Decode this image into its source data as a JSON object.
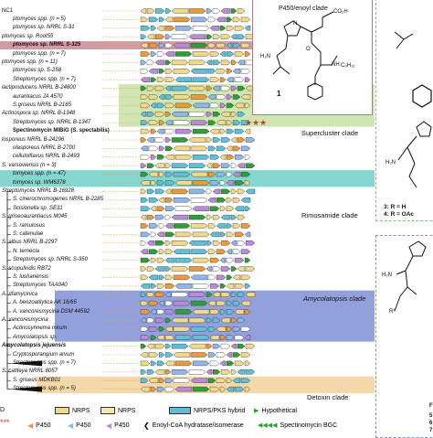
{
  "colors": {
    "band_red": "#c98a90",
    "band_green": "#c7e2a6",
    "band_teal": "#6fcfc6",
    "band_blue": "#7f8fd6",
    "band_orange": "#f2d19a",
    "nrps": "#f2d98a",
    "nrps_pks": "#5dc0d8",
    "p450_orange": "#e89a3c",
    "p450_blue": "#8fb6e8",
    "p450_purple": "#b98ad6",
    "hypothetical": "#ffffff",
    "spectino": "#2f9e3a",
    "panel_border_red": "#b07a7e",
    "panel_border_green": "#7cc47c",
    "panel_border_blue": "#7a95c8"
  },
  "labels": [
    {
      "text": "NC1",
      "style": ""
    },
    {
      "text": "ptomyces spp. (n = 5)",
      "style": "it"
    },
    {
      "text": "ptomyces sp. NRRL S-31",
      "style": "it"
    },
    {
      "text": "ptomyces sp. Root55",
      "style": "it"
    },
    {
      "text": "ptomyces sp. NRRL S-325",
      "style": "it bd"
    },
    {
      "text": "ptomyces spp. (n = 7)",
      "style": "it"
    },
    {
      "text": "ptomyces spp. (n = 11)",
      "style": "it"
    },
    {
      "text": "ptomyces sp. S-258",
      "style": "it"
    },
    {
      "text": "Streptomyces spp. (n = 7)",
      "style": "it"
    },
    {
      "text": "lactiproducens NRRL B-24800",
      "style": "it"
    },
    {
      "text": "aurantiacus JA 4570",
      "style": "it"
    },
    {
      "text": "S.griseus NRRL B-2165",
      "style": "it"
    },
    {
      "text": "Actinospora sp. NRRL B-1348",
      "style": "it"
    },
    {
      "text": "Streptomyces sp. NRRL B-1347",
      "style": "it"
    },
    {
      "text": "Spectinomycin MIBiG (S. spectabilis)",
      "style": "bd"
    },
    {
      "text": "losporeus NRRL B-24296",
      "style": "it"
    },
    {
      "text": "olasporeus NRRL B-2700",
      "style": "it"
    },
    {
      "text": "cellulolflavus NRRL B-2493",
      "style": "it"
    },
    {
      "text": "S. varsoviensis (n = 3)",
      "style": "it"
    },
    {
      "text": "tomyces spp. (n = 47)",
      "style": "it"
    },
    {
      "text": "tomyces sp. WM6378",
      "style": "it"
    },
    {
      "text": "Streptomyces NRRL B-16928",
      "style": "it"
    },
    {
      "text": "S. cinerochromogenes NRRL B-2285",
      "style": "it"
    },
    {
      "text": "Scisionella sp. SE31",
      "style": "it"
    },
    {
      "text": "S. griseoaurantiacus M045",
      "style": "it"
    },
    {
      "text": "S. ramulosus",
      "style": "it"
    },
    {
      "text": "S. catenulae",
      "style": "it"
    },
    {
      "text": "S. albus NRRL B-2297",
      "style": "it"
    },
    {
      "text": "N. ternecia",
      "style": "it"
    },
    {
      "text": "Streptomyces sp. NRRL S-350",
      "style": "it"
    },
    {
      "text": "S. scopuliridis RB72",
      "style": "it"
    },
    {
      "text": "S. lushanensis",
      "style": "it"
    },
    {
      "text": "Streptomyces TAA040",
      "style": "it"
    },
    {
      "text": "A. rifamycinica",
      "style": "it"
    },
    {
      "text": "A. benzoatilytica AK 16/65",
      "style": "it"
    },
    {
      "text": "A. vancoresmycina DSM 44592",
      "style": "it"
    },
    {
      "text": "A. vancoresmycina",
      "style": "it"
    },
    {
      "text": "Actinosynnema mirum",
      "style": "it"
    },
    {
      "text": "Amycolatopsis sp.",
      "style": "it"
    },
    {
      "text": "Amycolatopsis jejuensis",
      "style": "it bd"
    },
    {
      "text": "Cryptosporangium arvum",
      "style": "it"
    },
    {
      "text": "Streptomyces spp. (n = 7)",
      "style": "it"
    },
    {
      "text": "S. cattleya NRRL 8057",
      "style": "it"
    },
    {
      "text": "S. griseus MDKB01",
      "style": "it"
    },
    {
      "text": "Streptomyces spp. (n = 5)",
      "style": "it"
    }
  ],
  "clades": {
    "supercluster": "Supercluster clade",
    "rimosamide": "Rimosamide clade",
    "amycolatopsis": "Amycolatopsis clade",
    "detoxin": "Detoxin clade"
  },
  "panels": {
    "p450_title": "P450/enoyl clade",
    "compound1": "1",
    "co2h": "CO₂H",
    "n_label": "N",
    "o_label": "O",
    "nh_label": "NH",
    "c6h13": "C₆H₁₃",
    "h2n": "H₂N",
    "compound3": "3: R = H",
    "compound4": "4: R = OAc",
    "r1": "R¹",
    "cut_labels": [
      "F",
      "5",
      "6",
      "7"
    ]
  },
  "legend": {
    "stars": "***",
    "d_label": "D",
    "nrps": "NRPS",
    "nrps2": "NRPS",
    "nrps_pks": "NRPS/PKS hybrid",
    "hypothetical": "Hypothetical",
    "p450_a": "P450",
    "p450_b": "P450",
    "p450_c": "P450",
    "enoyl": "Enoyl-CoA hydratase/isomerase",
    "spectino": "Spectinomycin BGC"
  }
}
